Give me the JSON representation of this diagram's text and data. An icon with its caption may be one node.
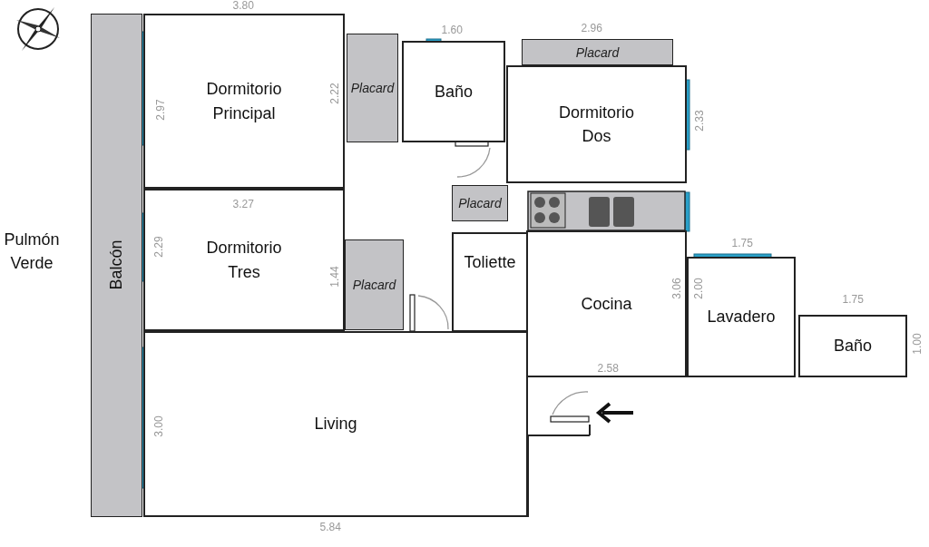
{
  "diagram": {
    "nodes": [
      {
        "text": [
          "Balcón"
        ]
      },
      {
        "text": [
          "Dormitorio Principal"
        ]
      },
      {
        "text": [
          "Placard"
        ]
      },
      {
        "text": [
          "Baño"
        ]
      },
      {
        "text": [
          "Placard"
        ]
      },
      {
        "text": [
          "Dormitorio Dos"
        ]
      },
      {
        "text": [
          "Placard"
        ]
      },
      {
        "text": [
          "Dormitorio Tres"
        ]
      },
      {
        "text": [
          "Placard"
        ]
      },
      {
        "text": [
          "Toliette"
        ]
      },
      {
        "text": [
          "Cocina"
        ]
      },
      {
        "text": [
          "Lavadero"
        ]
      },
      {
        "text": [
          "Baño"
        ]
      },
      {
        "text": [
          "Living"
        ]
      }
    ],
    "labels": [
      "3.80",
      "1.60",
      "2.96",
      "2.97",
      "2.22",
      "2.33",
      "3.27",
      "Pulmón Verde",
      "2.29",
      "1.44",
      "1.75",
      "3.06",
      "2.00",
      "1.75",
      "1.00",
      "2.58",
      "3.00",
      "5.84"
    ]
  }
}
